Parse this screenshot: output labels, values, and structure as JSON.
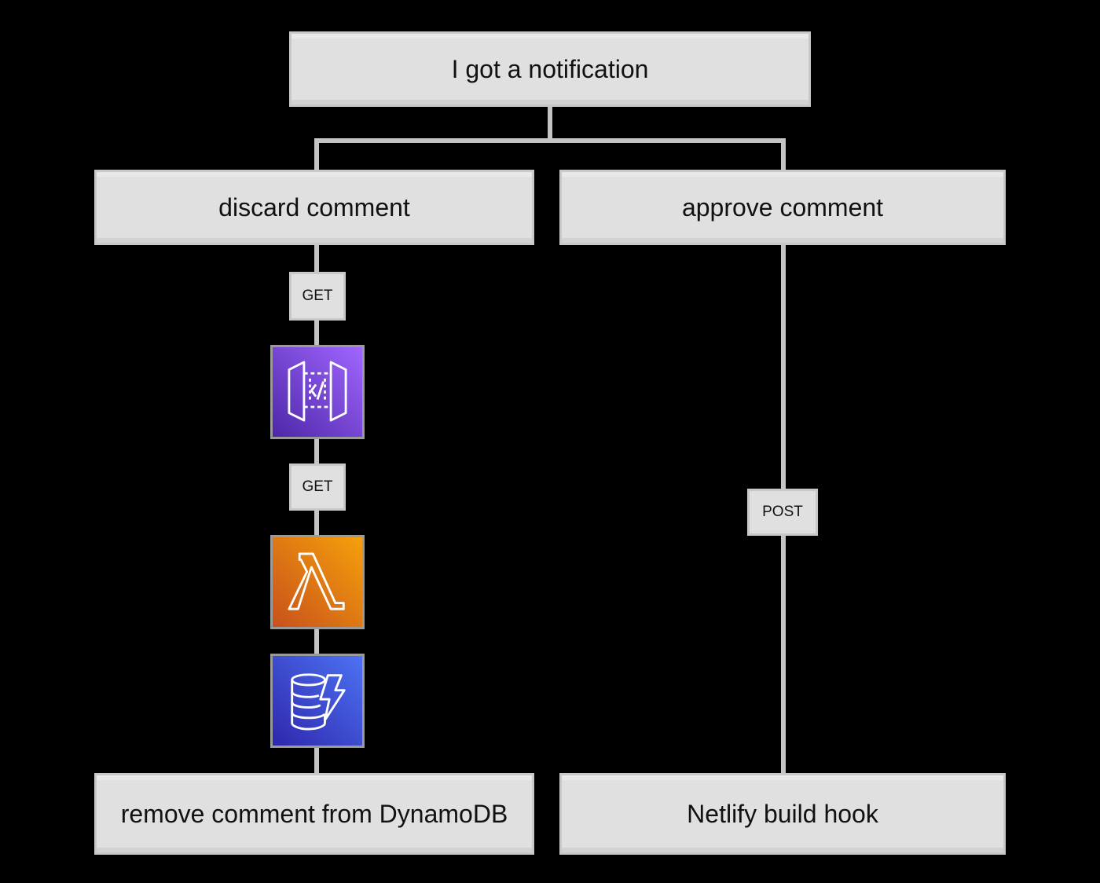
{
  "nodes": {
    "root": "I got a notification",
    "discard": "discard comment",
    "approve": "approve comment",
    "remove": "remove comment from DynamoDB",
    "netlify": "Netlify build hook"
  },
  "edge_labels": {
    "get_1": "GET",
    "get_2": "GET",
    "post": "POST"
  },
  "icons": {
    "api_gateway": "api-gateway-icon",
    "lambda": "lambda-icon",
    "dynamodb": "dynamodb-icon"
  },
  "colors": {
    "api_gateway_top": "#a166ff",
    "api_gateway_bottom": "#4d27a8",
    "lambda_top": "#f5a00b",
    "lambda_bottom": "#c8511b",
    "dynamodb_top": "#4d72f3",
    "dynamodb_bottom": "#2e27ad"
  }
}
